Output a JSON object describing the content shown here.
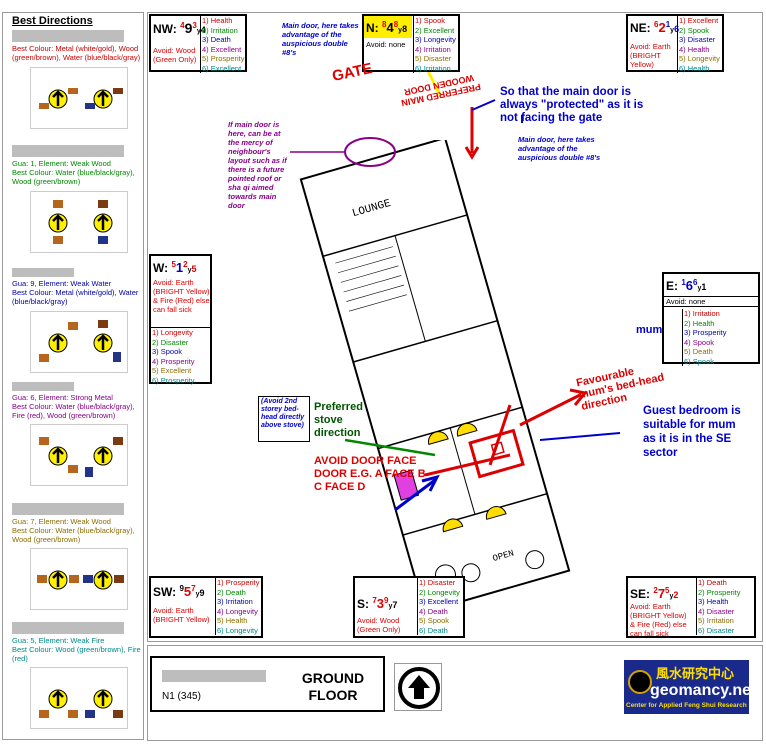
{
  "left": {
    "title": "Best Directions",
    "entries": [
      {
        "line1": "Best Colour: Metal (white/gold), Wood (green/brown), Water (blue/black/gray)",
        "color": "#c00"
      },
      {
        "line1": "Gua: 1, Element: Weak Wood",
        "line2": "Best Colour: Water (blue/black/gray), Wood (green/brown)",
        "color": "#080"
      },
      {
        "line1": "Gua: 9, Element: Weak Water",
        "line2": "Best Colour: Metal (white/gold), Water (blue/black/gray)",
        "color": "#00a"
      },
      {
        "line1": "Gua: 6, Element: Strong Metal",
        "line2": "Best Colour: Water (blue/black/gray), Fire (red), Wood (green/brown)",
        "color": "#808"
      },
      {
        "line1": "Gua: 7, Element: Weak Wood",
        "line2": "Best Colour: Water (blue/black/gray), Wood (green/brown)",
        "color": "#8a6d00"
      },
      {
        "line1": "Gua: 5, Element: Weak Fire",
        "line2": "Best Colour: Wood (green/brown), Fire (red)",
        "color": "#088"
      }
    ]
  },
  "sectors": {
    "nw": {
      "label": "NW:",
      "n": [
        "4",
        "9",
        "3",
        "y",
        "4"
      ],
      "stars": [
        "1) Health",
        "2) Irritation",
        "3) Death",
        "4) Excellent",
        "5) Prosperity",
        "6) Excellent"
      ],
      "avoid": "Avoid: Wood (Green Only)"
    },
    "n": {
      "label": "N:",
      "n": [
        "8",
        "4",
        "8",
        "y",
        "8"
      ],
      "stars": [
        "1) Spook",
        "2) Excellent",
        "3) Longevity",
        "4) Irritation",
        "5) Disaster",
        "6) Irritation"
      ],
      "avoid": "Avoid: none"
    },
    "ne": {
      "label": "NE:",
      "n": [
        "6",
        "2",
        "1",
        "y",
        "6"
      ],
      "stars": [
        "1) Excellent",
        "2) Spook",
        "3) Disaster",
        "4) Health",
        "5) Longevity",
        "6) Health"
      ],
      "avoid": "Avoid: Earth (BRIGHT Yellow)"
    },
    "w": {
      "label": "W:",
      "n": [
        "5",
        "1",
        "2",
        "y",
        "5"
      ],
      "stars": [
        "1) Longevity",
        "2) Disaster",
        "3) Spook",
        "4) Prosperity",
        "5) Excellent",
        "6) Prosperity"
      ],
      "avoid": "Avoid: Earth (BRIGHT Yellow) & Fire (Red) else can fall sick"
    },
    "e": {
      "label": "E:",
      "n": [
        "1",
        "6",
        "6",
        "y",
        "1"
      ],
      "stars": [
        "1) Irritation",
        "2) Health",
        "3) Prosperity",
        "4) Spook",
        "5) Death",
        "6) Spook"
      ],
      "avoid": "Avoid: none"
    },
    "sw": {
      "label": "SW:",
      "n": [
        "9",
        "5",
        "7",
        "y",
        "9"
      ],
      "stars": [
        "1) Prosperity",
        "2) Death",
        "3) Irritation",
        "4) Longevity",
        "5) Health",
        "6) Longevity"
      ],
      "avoid": "Avoid: Earth (BRIGHT Yellow)"
    },
    "s": {
      "label": "S:",
      "n": [
        "7",
        "3",
        "9",
        "y",
        "7"
      ],
      "stars": [
        "1) Disaster",
        "2) Longevity",
        "3) Excellent",
        "4) Death",
        "5) Spook",
        "6) Death"
      ],
      "avoid": "Avoid: Wood (Green Only)"
    },
    "se": {
      "label": "SE:",
      "n": [
        "2",
        "7",
        "5",
        "y",
        "2"
      ],
      "stars": [
        "1) Death",
        "2) Prosperity",
        "3) Health",
        "4) Disaster",
        "5) Irritation",
        "6) Disaster"
      ],
      "avoid": "Avoid: Earth (BRIGHT Yellow) & Fire (Red) else can fall sick"
    }
  },
  "annotations": {
    "main_door_top": "Main door, here takes advantage of the auspicious double #8's",
    "gate": "GATE",
    "preferred_door": "PREFERRED MAIN WOODEN DOOR",
    "protected": "So that the main door is always \"protected\" as it is not facing the gate",
    "main_door_right": "Main door, here takes advantage of the auspicious double #8's",
    "if_main_door": "If main door is here, can be at the mercy of neighbour's layout such as if there is a future pointed roof or sha qi aimed towards main door",
    "mum": "mum",
    "favourable": "Favourable mum's bed-head direction",
    "guest": "Guest bedroom is suitable for mum as it is in the SE sector",
    "avoid_stove": "(Avoid 2nd storey bed-head directly above stove)",
    "preferred_stove": "Preferred stove direction",
    "avoid_door": "AVOID DOOR FACE DOOR E.G. A FACE B C FACE D"
  },
  "plan_labels": {
    "lounge": "LOUNGE",
    "open": "OPEN"
  },
  "footer": {
    "id": "N1 (345)",
    "title": "GROUND FLOOR",
    "logo_cn": "風水研究中心",
    "logo_name": "geomancy.net",
    "logo_sub": "Center for Applied Feng Shui Research"
  }
}
